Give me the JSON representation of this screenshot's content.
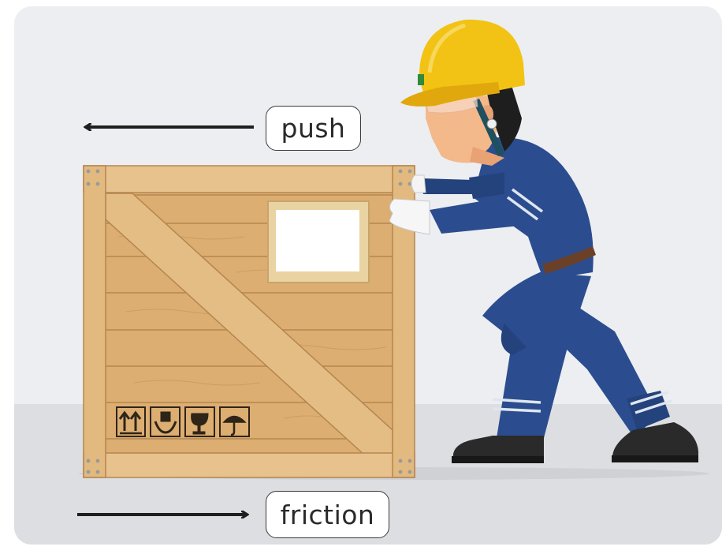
{
  "labels": {
    "push": "push",
    "friction": "friction"
  },
  "colors": {
    "panel": "#eceef1",
    "floor": "#dcdee1",
    "wood": "#dcae71",
    "wood_dark": "#b07d44",
    "helmet": "#f2c314",
    "uniform": "#2b4d8f",
    "arrow": "#1f1f1f"
  },
  "icons": [
    "this-way-up-icon",
    "handle-with-care-icon",
    "fragile-icon",
    "keep-dry-icon",
    "worker-figure",
    "wooden-crate"
  ]
}
